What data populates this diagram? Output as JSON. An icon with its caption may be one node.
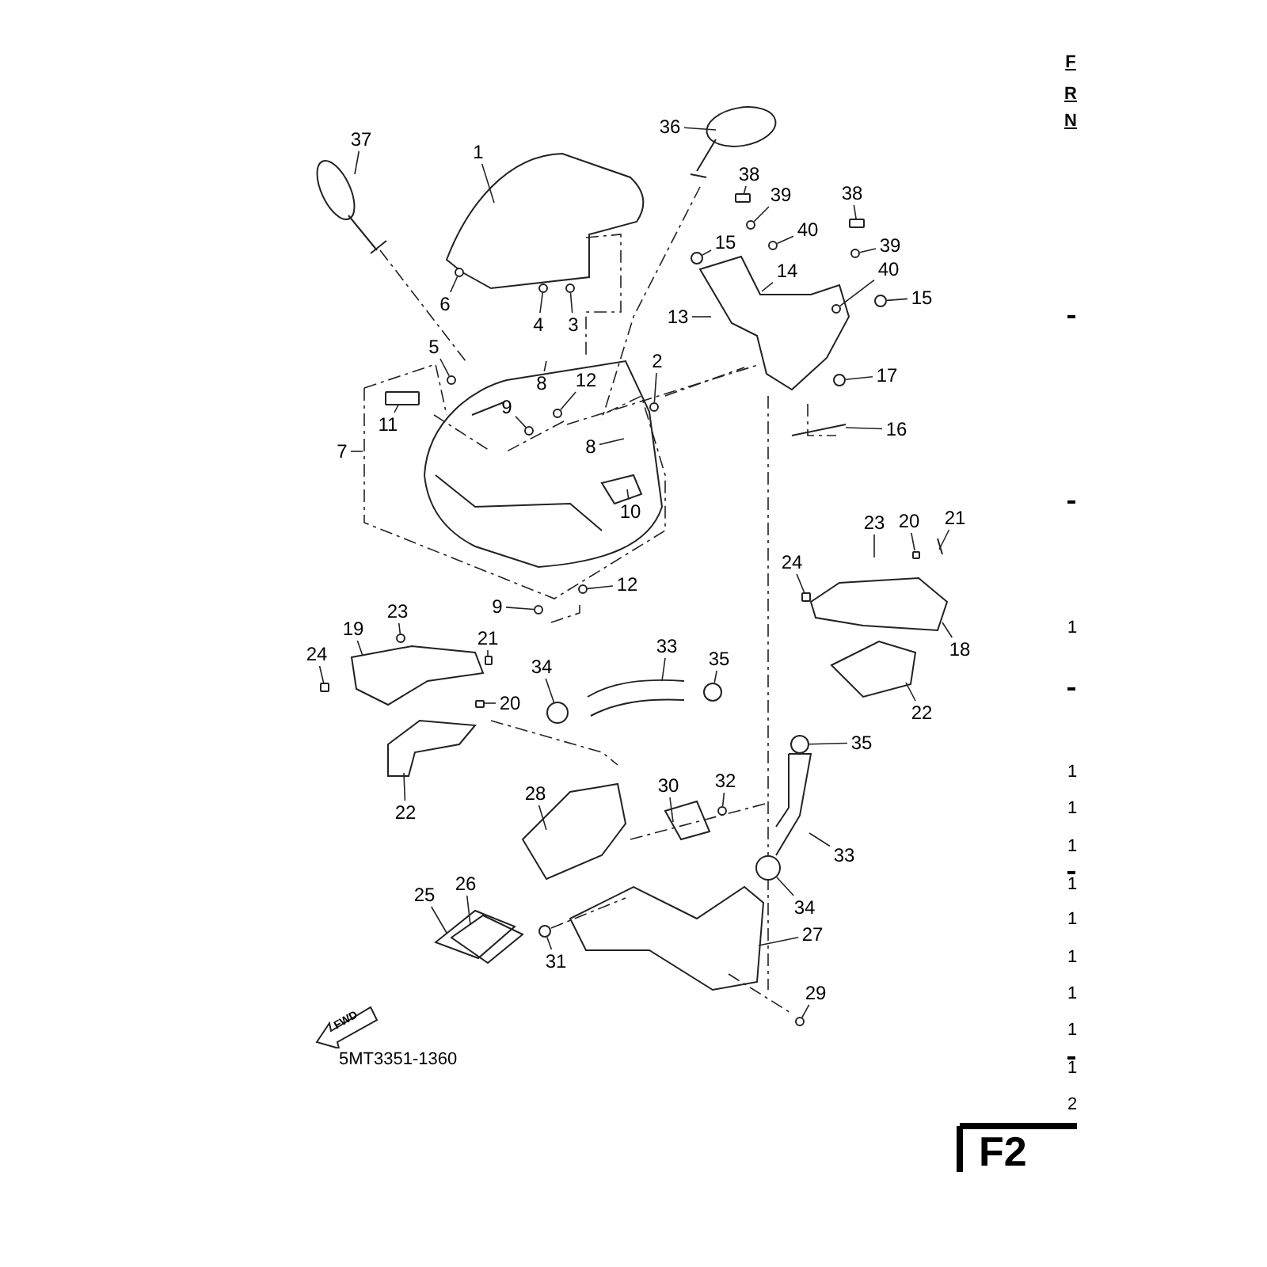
{
  "diagram": {
    "nodes": [
      {
        "text": [
          "37"
        ]
      },
      {
        "text": [
          "1"
        ]
      },
      {
        "text": [
          "36"
        ]
      },
      {
        "text": [
          "38"
        ]
      },
      {
        "text": [
          "39"
        ]
      },
      {
        "text": [
          "38"
        ]
      },
      {
        "text": [
          "40"
        ]
      },
      {
        "text": [
          "15"
        ]
      },
      {
        "text": [
          "39"
        ]
      },
      {
        "text": [
          "14"
        ]
      },
      {
        "text": [
          "40"
        ]
      },
      {
        "text": [
          "15"
        ]
      },
      {
        "text": [
          "6"
        ]
      },
      {
        "text": [
          "13"
        ]
      },
      {
        "text": [
          "4"
        ]
      },
      {
        "text": [
          "3"
        ]
      },
      {
        "text": [
          "5"
        ]
      },
      {
        "text": [
          "2"
        ]
      },
      {
        "text": [
          "17"
        ]
      },
      {
        "text": [
          "8"
        ]
      },
      {
        "text": [
          "12"
        ]
      },
      {
        "text": [
          "9"
        ]
      },
      {
        "text": [
          "11"
        ]
      },
      {
        "text": [
          "16"
        ]
      },
      {
        "text": [
          "7"
        ]
      },
      {
        "text": [
          "8"
        ]
      },
      {
        "text": [
          "10"
        ]
      },
      {
        "text": [
          "21"
        ]
      },
      {
        "text": [
          "20"
        ]
      },
      {
        "text": [
          "23"
        ]
      },
      {
        "text": [
          "24"
        ]
      },
      {
        "text": [
          "12"
        ]
      },
      {
        "text": [
          "9"
        ]
      },
      {
        "text": [
          "23"
        ]
      },
      {
        "text": [
          "19"
        ]
      },
      {
        "text": [
          "21"
        ]
      },
      {
        "text": [
          "24"
        ]
      },
      {
        "text": [
          "18"
        ]
      },
      {
        "text": [
          "33"
        ]
      },
      {
        "text": [
          "35"
        ]
      },
      {
        "text": [
          "34"
        ]
      },
      {
        "text": [
          "20"
        ]
      },
      {
        "text": [
          "22"
        ]
      },
      {
        "text": [
          "35"
        ]
      },
      {
        "text": [
          "32"
        ]
      },
      {
        "text": [
          "30"
        ]
      },
      {
        "text": [
          "28"
        ]
      },
      {
        "text": [
          "22"
        ]
      },
      {
        "text": [
          "33"
        ]
      },
      {
        "text": [
          "26"
        ]
      },
      {
        "text": [
          "25"
        ]
      },
      {
        "text": [
          "34"
        ]
      },
      {
        "text": [
          "27"
        ]
      },
      {
        "text": [
          "31"
        ]
      },
      {
        "text": [
          "29"
        ]
      },
      {
        "text": [],
        "shape": "box"
      },
      {
        "text": [],
        "shape": "box"
      },
      {
        "text": [],
        "shape": "circle"
      },
      {
        "text": [],
        "shape": "circle"
      },
      {
        "text": [],
        "shape": "circle"
      },
      {
        "text": [],
        "shape": "circle"
      },
      {
        "text": [],
        "shape": "circle"
      },
      {
        "text": [],
        "shape": "circle"
      },
      {
        "text": [],
        "shape": "circle"
      },
      {
        "text": [],
        "shape": "circle"
      },
      {
        "text": [],
        "shape": "circle"
      },
      {
        "text": [],
        "shape": "circle"
      },
      {
        "text": [],
        "shape": "circle"
      },
      {
        "text": [],
        "shape": "circle"
      },
      {
        "text": [],
        "shape": "circle"
      },
      {
        "text": [],
        "shape": "circle"
      },
      {
        "text": [],
        "shape": "box"
      },
      {
        "text": [],
        "shape": "box"
      },
      {
        "text": [],
        "shape": "box"
      },
      {
        "text": [],
        "shape": "circle"
      },
      {
        "text": [],
        "shape": "circle"
      },
      {
        "text": [],
        "shape": "circle"
      },
      {
        "text": [],
        "shape": "box"
      },
      {
        "text": [],
        "shape": "box"
      },
      {
        "text": [],
        "shape": "circle"
      },
      {
        "text": [],
        "shape": "circle"
      },
      {
        "text": [],
        "shape": "box"
      },
      {
        "text": [],
        "shape": "circle"
      },
      {
        "text": [],
        "shape": "circle"
      },
      {
        "text": [],
        "shape": "circle"
      },
      {
        "text": [],
        "shape": "circle"
      },
      {
        "text": [],
        "shape": "circle"
      }
    ],
    "edges": [
      {
        "from": 0,
        "to": null,
        "arrow": "none"
      },
      {
        "from": 1,
        "to": null,
        "arrow": "none"
      },
      {
        "from": 2,
        "to": null,
        "arrow": "none"
      },
      {
        "from": 3,
        "to": 55,
        "arrow": "none"
      },
      {
        "from": 4,
        "to": 57,
        "arrow": "none"
      },
      {
        "from": 5,
        "to": 56,
        "arrow": "none"
      },
      {
        "from": 6,
        "to": 58,
        "arrow": "none"
      },
      {
        "from": 7,
        "to": 59,
        "arrow": "none"
      },
      {
        "from": 8,
        "to": 60,
        "arrow": "none"
      },
      {
        "from": 9,
        "to": null,
        "arrow": "none"
      },
      {
        "from": 10,
        "to": 61,
        "arrow": "none"
      },
      {
        "from": 11,
        "to": 62,
        "arrow": "none"
      },
      {
        "from": 12,
        "to": 63,
        "arrow": "none"
      },
      {
        "from": 13,
        "to": null,
        "arrow": "none"
      },
      {
        "from": 14,
        "to": 64,
        "arrow": "none"
      },
      {
        "from": 15,
        "to": 65,
        "arrow": "none"
      },
      {
        "from": 16,
        "to": 66,
        "arrow": "none"
      },
      {
        "from": 17,
        "to": 67,
        "arrow": "none"
      },
      {
        "from": 18,
        "to": 68,
        "arrow": "none"
      },
      {
        "from": 19,
        "to": null,
        "arrow": "none"
      },
      {
        "from": 20,
        "to": 69,
        "arrow": "none"
      },
      {
        "from": 21,
        "to": 70,
        "arrow": "none"
      },
      {
        "from": 22,
        "to": 71,
        "arrow": "none"
      },
      {
        "from": 23,
        "to": null,
        "arrow": "none"
      },
      {
        "from": 24,
        "to": null,
        "arrow": "none"
      },
      {
        "from": 25,
        "to": null,
        "arrow": "none"
      },
      {
        "from": 26,
        "to": null,
        "arrow": "none"
      },
      {
        "from": 27,
        "to": null,
        "arrow": "none"
      },
      {
        "from": 28,
        "to": 72,
        "arrow": "none"
      },
      {
        "from": 29,
        "to": null,
        "arrow": "none"
      },
      {
        "from": 30,
        "to": 73,
        "arrow": "none"
      },
      {
        "from": 31,
        "to": 74,
        "arrow": "none"
      },
      {
        "from": 32,
        "to": 75,
        "arrow": "none"
      },
      {
        "from": 33,
        "to": 76,
        "arrow": "none"
      },
      {
        "from": 34,
        "to": null,
        "arrow": "none"
      },
      {
        "from": 35,
        "to": 77,
        "arrow": "none"
      },
      {
        "from": 36,
        "to": 78,
        "arrow": "none"
      },
      {
        "from": 37,
        "to": null,
        "arrow": "none"
      },
      {
        "from": 38,
        "to": null,
        "arrow": "none"
      },
      {
        "from": 39,
        "to": 79,
        "arrow": "none"
      },
      {
        "from": 40,
        "to": 80,
        "arrow": "none"
      },
      {
        "from": 41,
        "to": 81,
        "arrow": "none"
      },
      {
        "from": 42,
        "to": null,
        "arrow": "none"
      },
      {
        "from": 43,
        "to": 82,
        "arrow": "none"
      },
      {
        "from": 44,
        "to": 83,
        "arrow": "none"
      },
      {
        "from": 45,
        "to": null,
        "arrow": "none"
      },
      {
        "from": 46,
        "to": null,
        "arrow": "none"
      },
      {
        "from": 47,
        "to": null,
        "arrow": "none"
      },
      {
        "from": 48,
        "to": null,
        "arrow": "none"
      },
      {
        "from": 49,
        "to": null,
        "arrow": "none"
      },
      {
        "from": 50,
        "to": null,
        "arrow": "none"
      },
      {
        "from": 51,
        "to": 84,
        "arrow": "none"
      },
      {
        "from": 52,
        "to": null,
        "arrow": "none"
      },
      {
        "from": 53,
        "to": 85,
        "arrow": "none"
      },
      {
        "from": 54,
        "to": 86,
        "arrow": "none"
      }
    ],
    "labels": [
      "F",
      "R",
      "N",
      "1",
      "1",
      "1",
      "1",
      "1",
      "1",
      "1",
      "1",
      "1",
      "1",
      "2",
      "FWD",
      "5MT3351-1360",
      "F2"
    ]
  }
}
